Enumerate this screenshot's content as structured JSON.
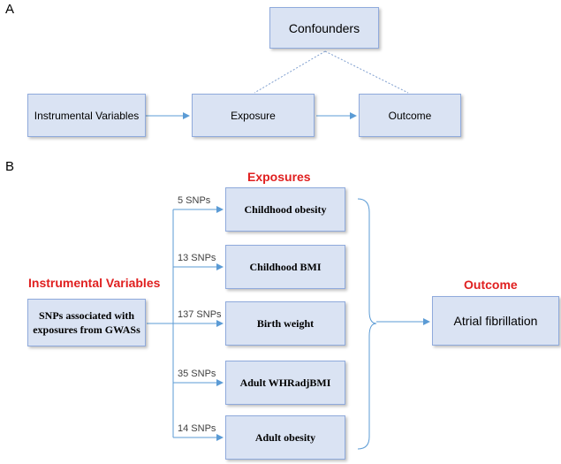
{
  "panel_a": {
    "label": "A",
    "nodes": {
      "confounders": "Confounders",
      "instrumental_variables": "Instrumental Variables",
      "exposure": "Exposure",
      "outcome": "Outcome"
    }
  },
  "panel_b": {
    "label": "B",
    "headings": {
      "exposures": "Exposures",
      "instrumental_variables": "Instrumental Variables",
      "outcome": "Outcome"
    },
    "source": "SNPs associated with exposures from GWASs",
    "exposures": [
      {
        "name": "Childhood obesity",
        "snps": "5 SNPs"
      },
      {
        "name": "Childhood BMI",
        "snps": "13 SNPs"
      },
      {
        "name": "Birth weight",
        "snps": "137 SNPs"
      },
      {
        "name": "Adult WHRadjBMI",
        "snps": "35 SNPs"
      },
      {
        "name": "Adult obesity",
        "snps": "14 SNPs"
      }
    ],
    "outcome": "Atrial fibrillation"
  },
  "colors": {
    "box_fill": "#dae3f3",
    "box_border": "#8faadc",
    "arrow": "#5b9bd5",
    "heading": "#e02020"
  }
}
